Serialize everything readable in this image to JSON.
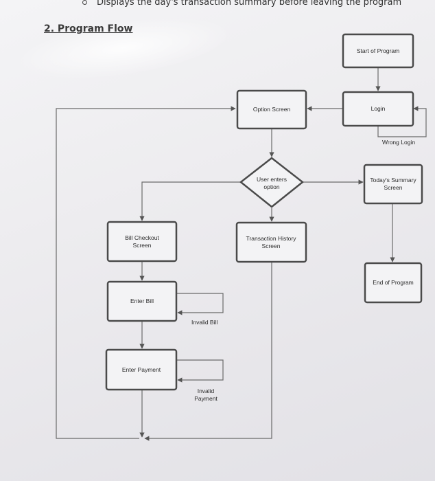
{
  "header": {
    "bullet_text": "Displays the day's transaction summary before leaving the program",
    "section_title": "2. Program Flow"
  },
  "nodes": {
    "start": "Start of Program",
    "login": "Login",
    "option_screen": "Option Screen",
    "user_enters_line1": "User enters",
    "user_enters_line2": "option",
    "todays_summary_line1": "Today's Summary",
    "todays_summary_line2": "Screen",
    "bill_checkout_line1": "Bill Checkout",
    "bill_checkout_line2": "Screen",
    "transaction_history_line1": "Transaction History",
    "transaction_history_line2": "Screen",
    "end": "End of Program",
    "enter_bill": "Enter Bill",
    "enter_payment": "Enter Payment"
  },
  "edge_labels": {
    "wrong_login": "Wrong Login",
    "invalid_bill": "Invalid Bill",
    "invalid_payment_line1": "Invalid",
    "invalid_payment_line2": "Payment"
  }
}
